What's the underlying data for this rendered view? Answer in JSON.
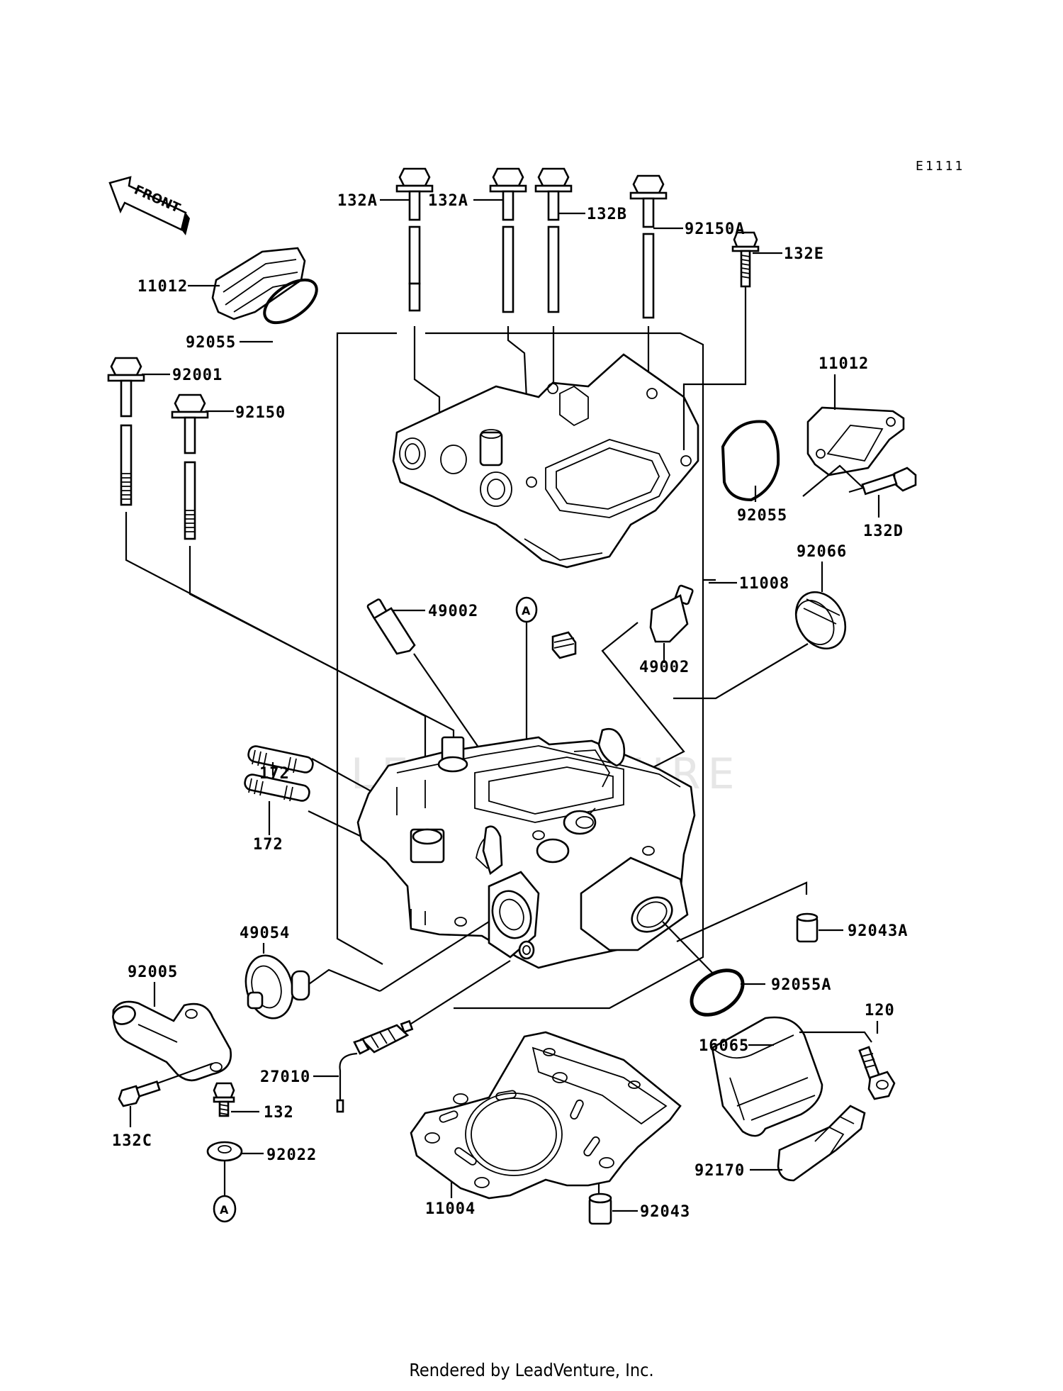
{
  "diagram": {
    "code": "E1111",
    "front_label": "FRONT",
    "watermark": "LEADVENTURE",
    "ref_marker": "A",
    "labels": {
      "p132A_1": "132A",
      "p132A_2": "132A",
      "p132B": "132B",
      "p92150A": "92150A",
      "p11012_left": "11012",
      "p92055_left": "92055",
      "p132E": "132E",
      "p11012_right": "11012",
      "p92001": "92001",
      "p92150": "92150",
      "p92055_right": "92055",
      "p132D": "132D",
      "p92066": "92066",
      "p11008": "11008",
      "p49002_left": "49002",
      "p49002_right": "49002",
      "p172_1": "172",
      "p172_2": "172",
      "p92043A": "92043A",
      "p49054": "49054",
      "p92005": "92005",
      "p92055A": "92055A",
      "p120": "120",
      "p16065": "16065",
      "p27010": "27010",
      "p132": "132",
      "p132C": "132C",
      "p92022": "92022",
      "p92170": "92170",
      "p11004": "11004",
      "p92043": "92043"
    }
  },
  "footer": {
    "text": "Rendered by LeadVenture, Inc."
  }
}
